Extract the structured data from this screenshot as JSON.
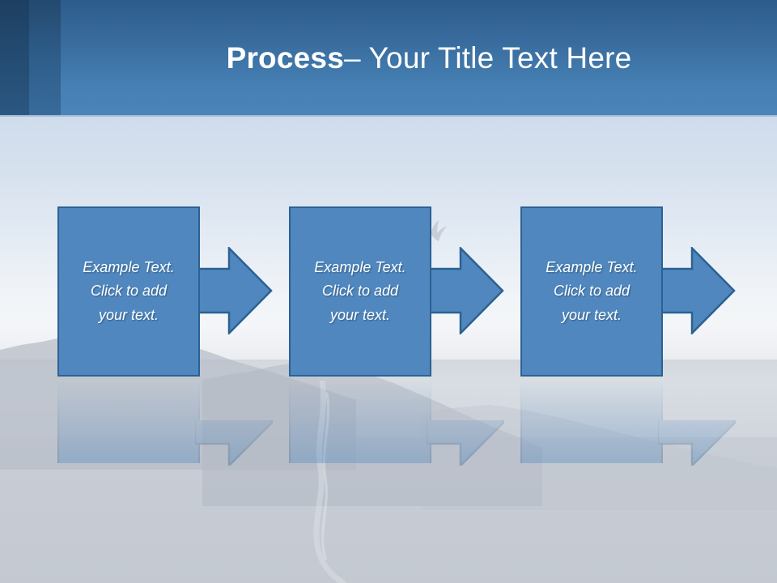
{
  "slide": {
    "header": {
      "title_bold": "Process",
      "title_regular": " – Your Title Text Here"
    },
    "colors": {
      "header_blue": "#4680b4",
      "header_dark_band": "#1d3f61",
      "header_mid_band": "#2d5c88",
      "shape_fill": "#4f87be",
      "shape_border": "#2c6193",
      "shape_text": "#ffffff",
      "sky_top": "#cfdcec",
      "fog": "#c9ced6"
    },
    "steps": [
      {
        "label": "Example Text.\nClick  to add\nyour text.",
        "arrow": "right-arrow"
      },
      {
        "label": "Example Text.\nClick  to add\nyour text.",
        "arrow": "right-arrow"
      },
      {
        "label": "Example Text.\nClick  to add\nyour text.",
        "arrow": "right-arrow"
      }
    ]
  }
}
